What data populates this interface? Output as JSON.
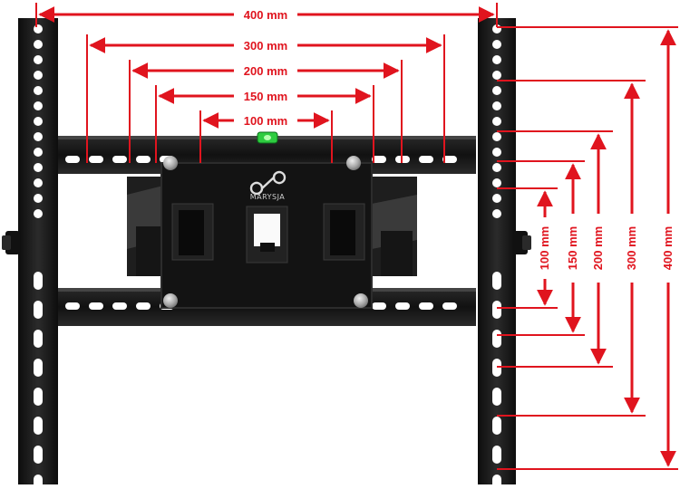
{
  "brand": {
    "logo_icon": "link-logo-icon",
    "name": "MARYSJA"
  },
  "colors": {
    "dimension": "#e0141e",
    "metal": "#1a1a1a",
    "metal_highlight": "#3a3a3a",
    "screw": "#b8b8b8",
    "bubble_level": "#2ecc40",
    "background": "#ffffff"
  },
  "dimensions": {
    "horizontal": [
      {
        "label": "400 mm"
      },
      {
        "label": "300 mm"
      },
      {
        "label": "200 mm"
      },
      {
        "label": "150 mm"
      },
      {
        "label": "100 mm"
      }
    ],
    "vertical": [
      {
        "label": "100 mm"
      },
      {
        "label": "150 mm"
      },
      {
        "label": "200 mm"
      },
      {
        "label": "300 mm"
      },
      {
        "label": "400 mm"
      }
    ]
  }
}
